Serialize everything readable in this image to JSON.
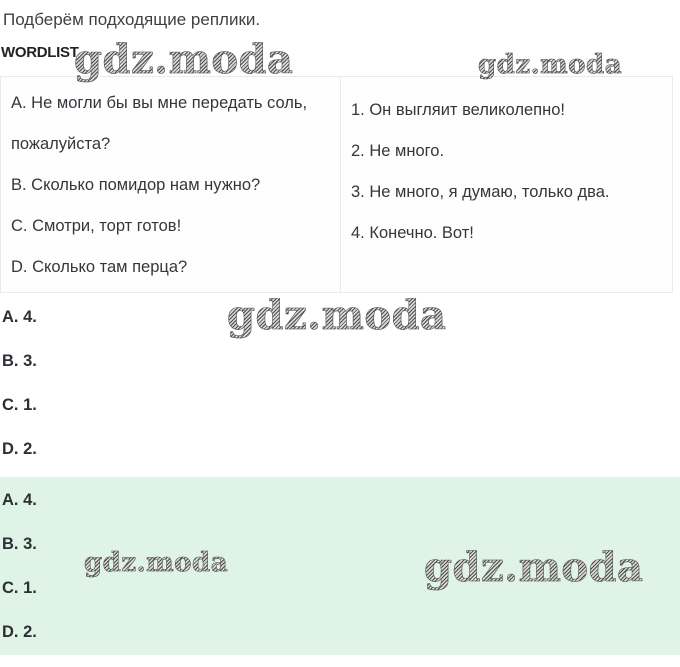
{
  "page": {
    "title": "Подберём подходящие реплики.",
    "wordlist_label": "WORDLIST"
  },
  "watermark_text": "gdz.moda",
  "match_table": {
    "left_column": [
      "A. Не могли бы вы мне передать соль, пожалуйста?",
      "B. Сколько помидор нам нужно?",
      "C. Смотри, торт готов!",
      "D. Сколько там перца?"
    ],
    "right_column": [
      "1. Он выгляит великолепно!",
      "2. Не много.",
      "3. Не много, я думаю, только два.",
      "4. Конечно. Вот!"
    ]
  },
  "answers_plain": [
    "A. 4.",
    "B. 3.",
    "C. 1.",
    "D. 2."
  ],
  "answers_highlighted": [
    "A. 4.",
    "B. 3.",
    "C. 1.",
    "D. 2."
  ],
  "colors": {
    "highlight_background": "#dff3e6",
    "body_text": "#34363c",
    "table_border": "#e9e9ef",
    "watermark_gray": "#6a6a6a"
  }
}
